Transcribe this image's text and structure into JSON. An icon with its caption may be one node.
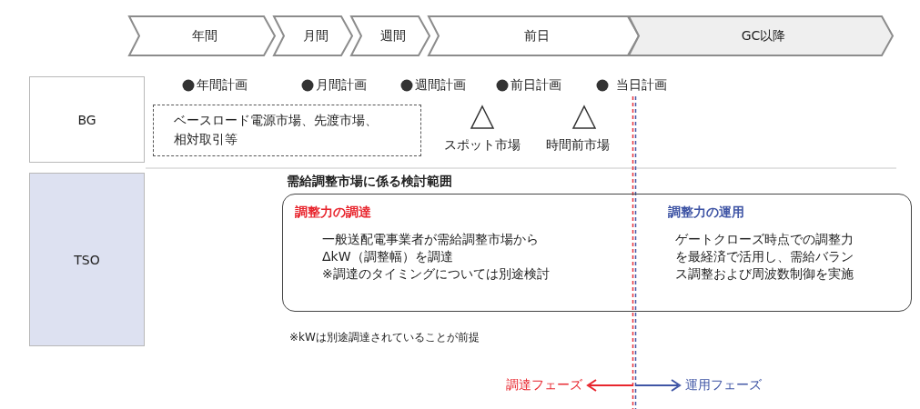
{
  "diagram": {
    "nodes": [
      {
        "text": [
          "年間"
        ]
      },
      {
        "text": [
          "月間"
        ]
      },
      {
        "text": [
          "週間"
        ]
      },
      {
        "text": [
          "前日"
        ]
      },
      {
        "text": [
          "GC以降"
        ]
      },
      {
        "text": [
          "BG"
        ]
      },
      {
        "text": [
          "TSO"
        ]
      },
      {
        "text": [
          "ベースロード電源市場、先渡市場、相対取引等"
        ]
      },
      {
        "text": [
          "需給調整市場に係る検討範囲",
          "調整力の調達",
          "一般送配電事業者が需給調整市場からΔkW（調整幅）を調達",
          "※調達のタイミングについては別途検討",
          "調整力の運用",
          "ゲートクローズ時点での調整力を最経済で活用し、需給バランス調整および周波数制御を実施"
        ]
      }
    ],
    "edges": [],
    "labels": [
      "年間計画",
      "月間計画",
      "週間計画",
      "前日計画",
      "当日計画",
      "スポット市場",
      "時間前市場",
      "※kWは別途調達されていることが前提",
      "調達フェーズ",
      "運用フェーズ"
    ]
  }
}
